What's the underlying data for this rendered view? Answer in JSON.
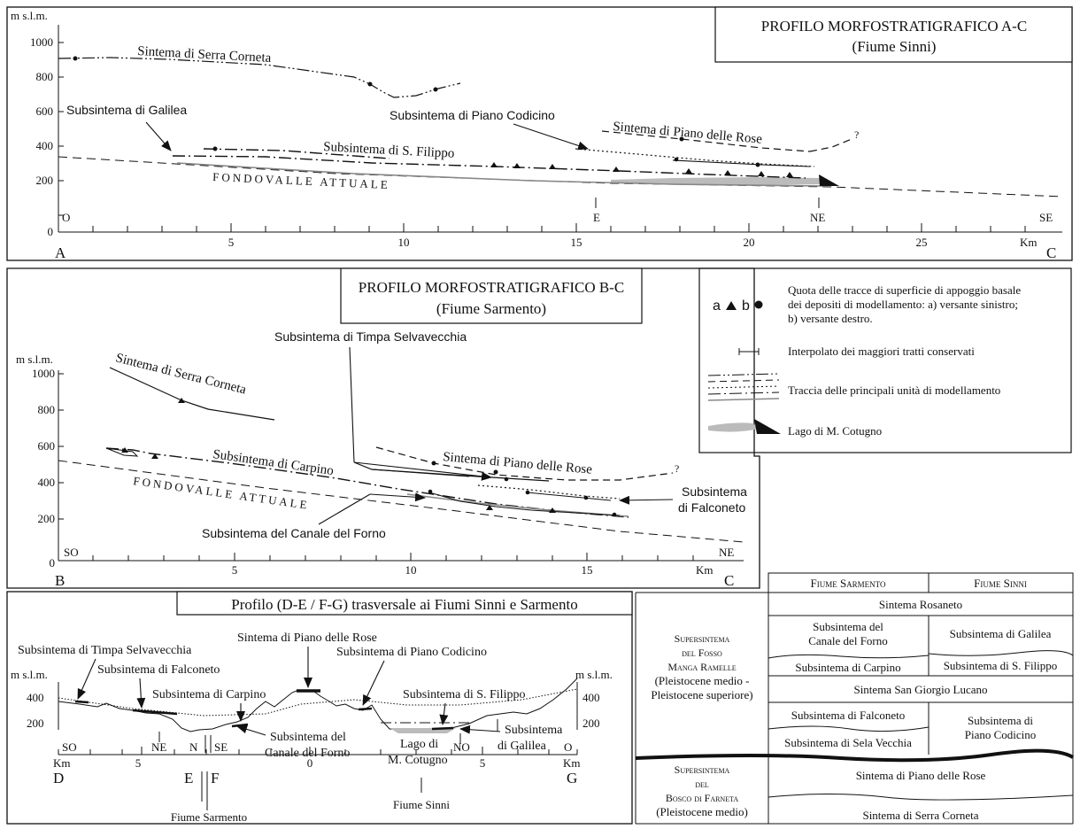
{
  "panel_ac": {
    "title_line1": "PROFILO MORFOSTRATIGRAFICO  A-C",
    "title_line2": "(Fiume Sinni)",
    "y_unit": "m s.l.m.",
    "y_ticks": [
      "1000",
      "800",
      "600",
      "400",
      "200",
      "0"
    ],
    "x_ticks": [
      "5",
      "10",
      "15",
      "20",
      "25"
    ],
    "x_unit": "Km",
    "point_start": "A",
    "point_end": "C",
    "directions": [
      "O",
      "E",
      "NE",
      "SE"
    ],
    "labels": {
      "serra_corneta": "Sintema di Serra Corneta",
      "galilea": "Subsintema di Galilea",
      "piano_codicino": "Subsintema di Piano Codicino",
      "piano_rose": "Sintema di Piano delle Rose",
      "s_filippo": "Subsintema di S. Filippo",
      "fondovalle": "Fondovalle Attuale",
      "question": "?"
    }
  },
  "panel_bc": {
    "title_line1": "PROFILO MORFOSTRATIGRAFICO  B-C",
    "title_line2": "(Fiume Sarmento)",
    "y_unit": "m s.l.m.",
    "y_ticks": [
      "1000",
      "800",
      "600",
      "400",
      "200",
      "0"
    ],
    "x_ticks": [
      "5",
      "10",
      "15"
    ],
    "x_unit": "Km",
    "point_start": "B",
    "point_end": "C",
    "directions": [
      "SO",
      "NE"
    ],
    "labels": {
      "timpa": "Subsintema di Timpa Selvavecchia",
      "serra_corneta": "Sintema di Serra Corneta",
      "piano_rose": "Sintema di Piano delle Rose",
      "carpino": "Subsintema di Carpino",
      "fondovalle": "Fondovalle Attuale",
      "falconeto_1": "Subsintema",
      "falconeto_2": "di Falconeto",
      "canale": "Subsintema del Canale del Forno",
      "question": "?"
    }
  },
  "legend": {
    "sym_a": "a",
    "sym_b": "b",
    "item1": [
      "Quota delle tracce di superficie di appoggio basale",
      "dei depositi di modellamento: a) versante sinistro;",
      "b) versante destro."
    ],
    "item2": "Interpolato dei maggiori tratti conservati",
    "item3": "Traccia delle principali unità di modellamento",
    "item4": "Lago di M. Cotugno"
  },
  "panel_dg": {
    "title": "Profilo (D-E / F-G) trasversale ai Fiumi Sinni e Sarmento",
    "y_unit": "m s.l.m.",
    "y_ticks": [
      "400",
      "200"
    ],
    "x_unit": "Km",
    "x_ticks": [
      "5",
      "0",
      "5"
    ],
    "points": [
      "D",
      "E",
      "F",
      "G"
    ],
    "directions": [
      "SO",
      "NE",
      "N",
      "SE",
      "NO",
      "O"
    ],
    "labels": {
      "timpa": "Subsintema di Timpa Selvavecchia",
      "falconeto": "Subsintema di Falconeto",
      "carpino": "Subsintema di Carpino",
      "piano_rose": "Sintema di Piano delle Rose",
      "piano_codicino": "Subsintema di Piano Codicino",
      "s_filippo": "Subsintema di S. Filippo",
      "canale_1": "Subsintema del",
      "canale_2": "Canale del Forno",
      "lago_1": "Lago di",
      "lago_2": "M. Cotugno",
      "galilea_1": "Subsintema",
      "galilea_2": "di Galilea",
      "fiume_sinni": "Fiume Sinni",
      "fiume_sarmento": "Fiume Sarmento"
    }
  },
  "strat_table": {
    "col_sarmento": "Fiume Sarmento",
    "col_sinni": "Fiume Sinni",
    "super1": [
      "Supersintema",
      "del Fosso",
      "Manga Ramelle",
      "(Pleistocene medio -",
      "Pleistocene superiore)"
    ],
    "super2": [
      "Supersintema",
      "del",
      "Bosco di Farneta",
      "(Pleistocene medio)"
    ],
    "rosaneto": "Sintema Rosaneto",
    "canale_1": "Subsintema del",
    "canale_2": "Canale del Forno",
    "galilea": "Subsintema di Galilea",
    "carpino": "Subsintema di Carpino",
    "s_filippo": "Subsintema di S. Filippo",
    "san_giorgio": "Sintema San Giorgio Lucano",
    "falconeto": "Subsintema di Falconeto",
    "sela_vecchia": "Subsintema di Sela Vecchia",
    "piano_codicino_1": "Subsintema di",
    "piano_codicino_2": "Piano Codicino",
    "piano_rose": "Sintema di Piano delle Rose",
    "serra_corneta": "Sintema di Serra Corneta"
  }
}
